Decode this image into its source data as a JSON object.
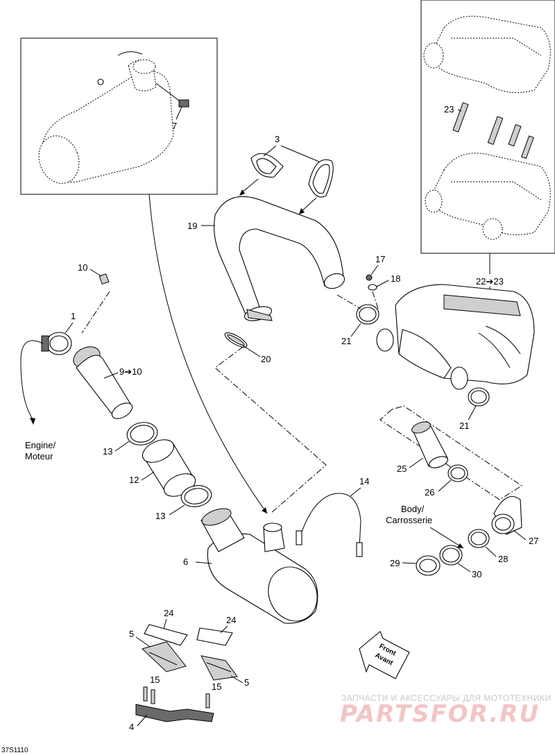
{
  "callouts": {
    "c1": "1",
    "c3": "3",
    "c4": "4",
    "c5a": "5",
    "c5b": "5",
    "c6": "6",
    "c7": "7",
    "c9": "9➔10",
    "c10": "10",
    "c12": "12",
    "c13a": "13",
    "c13b": "13",
    "c14": "14",
    "c15a": "15",
    "c15b": "15",
    "c17": "17",
    "c18": "18",
    "c19": "19",
    "c20": "20",
    "c21a": "21",
    "c21b": "21",
    "c22": "22➔23",
    "c23": "23",
    "c24a": "24",
    "c24b": "24",
    "c25": "25",
    "c26": "26",
    "c27": "27",
    "c28": "28",
    "c29": "29",
    "c30": "30"
  },
  "labels": {
    "engine_1": "Engine/",
    "engine_2": "Moteur",
    "body_1": "Body/",
    "body_2": "Carrosserie",
    "front_1": "Front",
    "front_2": "Avant"
  },
  "drawing_code": "37S1110",
  "watermark": {
    "tagline": "ЗАПЧАСТИ И АКСЕССУАРЫ ДЛЯ МОТОТЕХНИКИ",
    "brand": "PARTSFOR.RU"
  }
}
